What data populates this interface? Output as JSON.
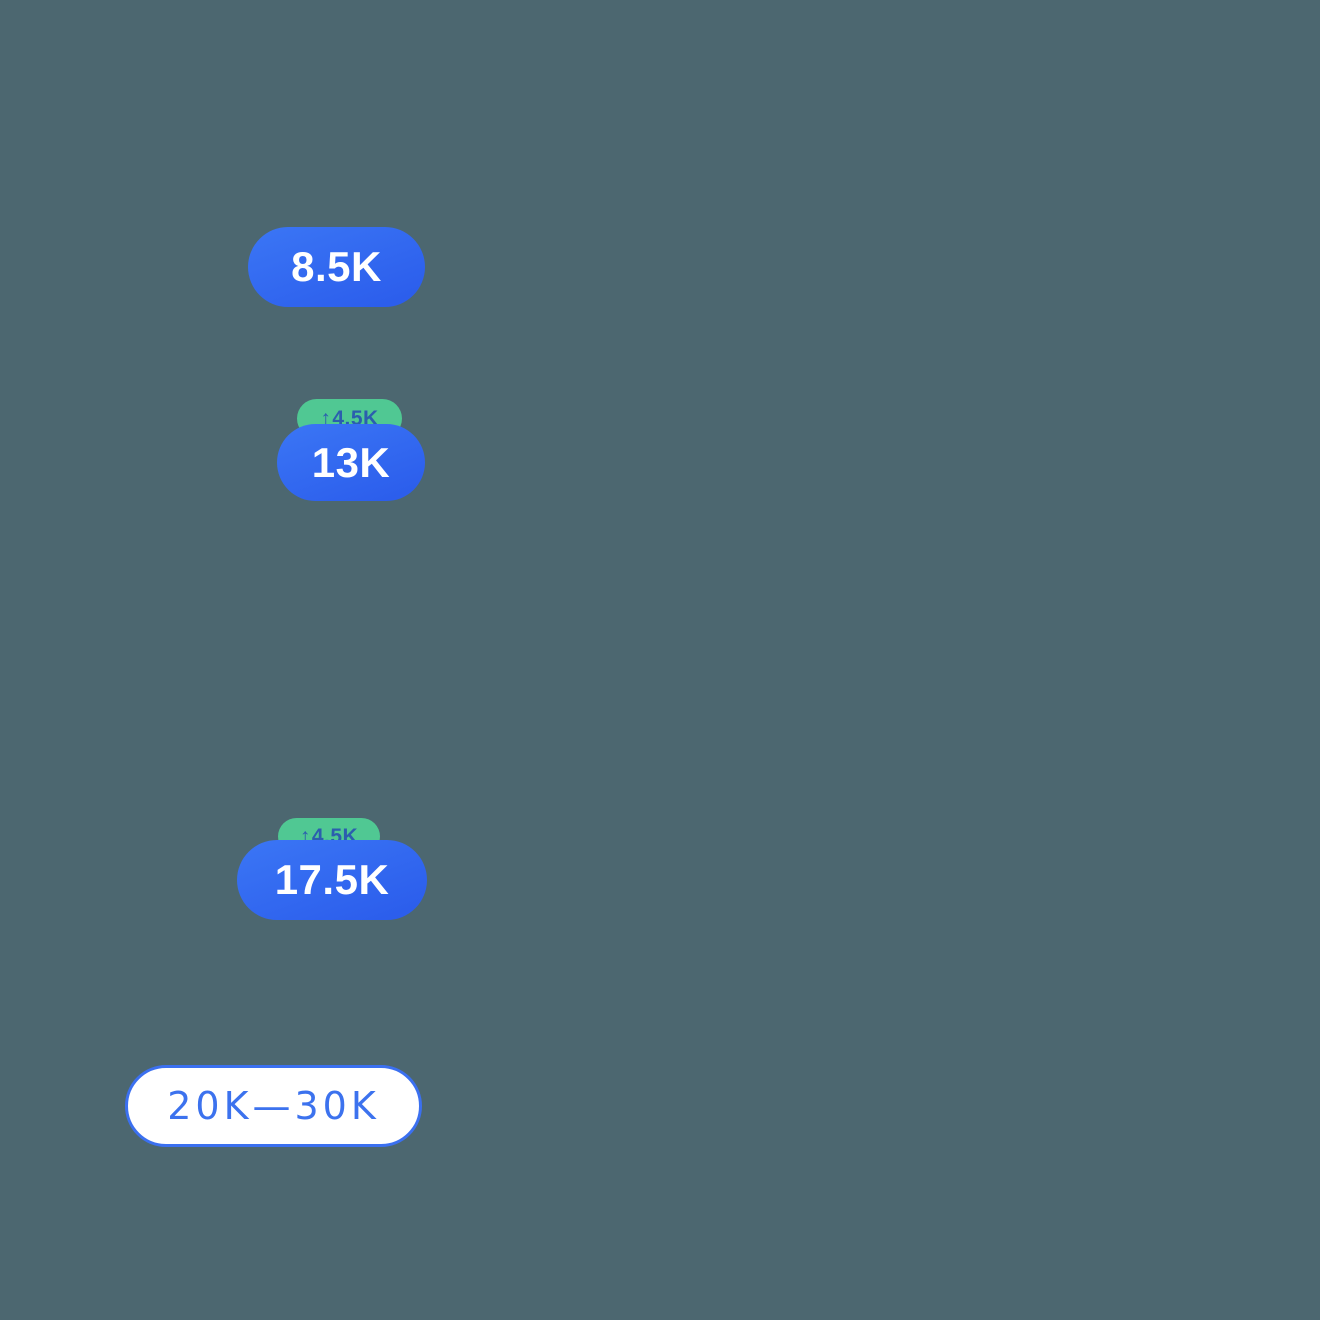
{
  "background_color": "#4C6770",
  "colors": {
    "pill_blue_top": "#3B76F5",
    "pill_blue_bottom": "#2A5BEB",
    "pill_text": "#FFFFFF",
    "delta_green": "#50C893",
    "delta_text": "#2B5EAE",
    "range_fill": "#FFFFFF",
    "range_border": "#3B70F0",
    "range_text": "#3C72EE"
  },
  "markers": [
    {
      "type": "value",
      "value": "8.5K"
    },
    {
      "type": "value_with_delta",
      "value": "13K",
      "delta_arrow": "↑",
      "delta_value": "4.5K"
    },
    {
      "type": "value_with_delta",
      "value": "17.5K",
      "delta_arrow": "↑",
      "delta_value": "4.5K"
    },
    {
      "type": "range",
      "value": "20K—30K"
    }
  ]
}
